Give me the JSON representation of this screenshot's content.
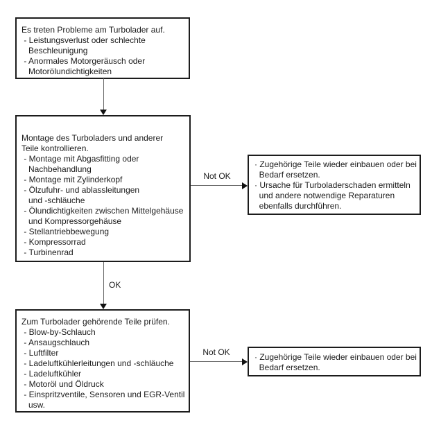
{
  "diagram": {
    "type": "flowchart",
    "language": "de",
    "topic": "Turbolader-Fehlersuche",
    "colors": {
      "background": "#ffffff",
      "box_border": "#1c1c1c",
      "text": "#1a1a1a",
      "connector_line": "#666666",
      "arrowhead": "#111111"
    },
    "nodes": [
      {
        "id": "symptom",
        "lines": [
          "Es treten Probleme am Turbolader auf.",
          " - Leistungsverlust oder schlechte",
          "   Beschleunigung",
          " - Anormales Motorgeräusch oder",
          "   Motorölundichtigkeiten"
        ]
      },
      {
        "id": "check-montage",
        "lines": [
          "Montage des Turboladers und anderer",
          "Teile kontrollieren.",
          " - Montage mit Abgasfitting oder",
          "   Nachbehandlung",
          " - Montage mit Zylinderkopf",
          " - Ölzufuhr- und ablassleitungen",
          "   und -schläuche",
          " - Ölundichtigkeiten zwischen Mittelgehäuse",
          "   und Kompressorgehäuse",
          " - Stellantriebbewegung",
          " - Kompressorrad",
          " - Turbinenrad"
        ]
      },
      {
        "id": "action-not-ok-1",
        "lines": [
          "· Zugehörige Teile wieder einbauen oder bei",
          "  Bedarf ersetzen.",
          "· Ursache für Turboladerschaden ermitteln",
          "  und andere notwendige Reparaturen",
          "  ebenfalls durchführen."
        ]
      },
      {
        "id": "check-teile",
        "lines": [
          "Zum Turbolader gehörende Teile prüfen.",
          " - Blow-by-Schlauch",
          " - Ansaugschlauch",
          " - Luftfilter",
          " - Ladeluftkühlerleitungen und -schläuche",
          " - Ladeluftkühler",
          " - Motoröl und Öldruck",
          " - Einspritzventile, Sensoren und EGR-Ventil",
          "   usw."
        ]
      },
      {
        "id": "action-not-ok-2",
        "lines": [
          "· Zugehörige Teile wieder einbauen oder bei",
          "  Bedarf ersetzen."
        ]
      }
    ],
    "edge_labels": {
      "not_ok_1": "Not OK",
      "ok": "OK",
      "not_ok_2": "Not OK"
    }
  }
}
